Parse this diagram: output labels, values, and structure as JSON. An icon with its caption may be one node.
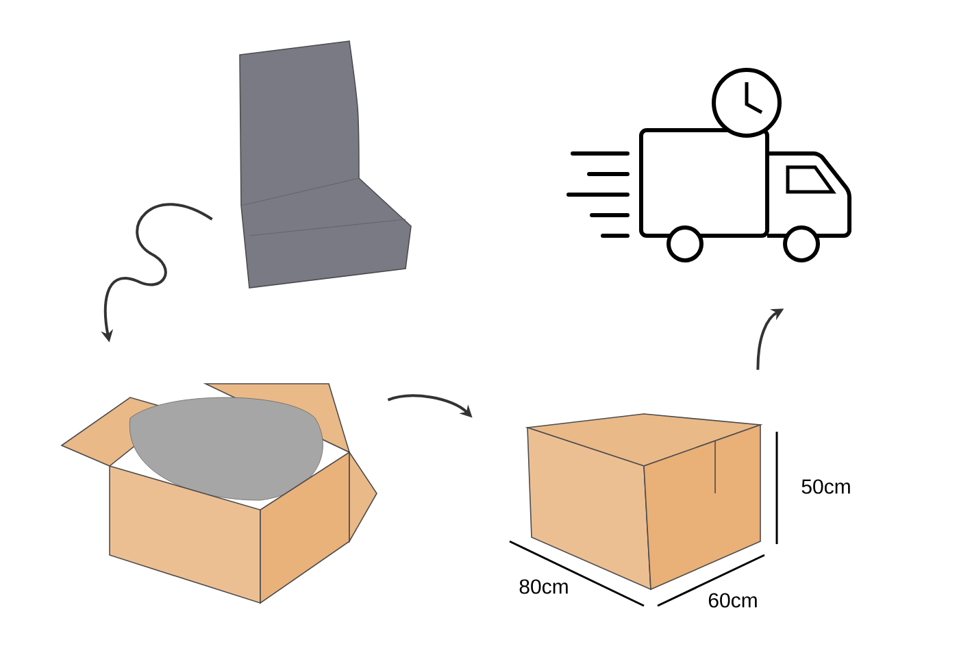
{
  "diagram": {
    "nodes": [
      {
        "text": [],
        "shape": "picture"
      },
      {
        "text": [],
        "shape": "picture"
      },
      {
        "text": [],
        "shape": "picture"
      },
      {
        "text": [],
        "shape": "picture"
      }
    ],
    "edges": [
      {
        "from": 0,
        "to": 1,
        "arrow": "to"
      },
      {
        "from": 1,
        "to": 2,
        "arrow": "to"
      },
      {
        "from": 2,
        "to": 3,
        "arrow": "to"
      }
    ],
    "labels": [
      "50cm",
      "80cm",
      "60cm"
    ]
  }
}
